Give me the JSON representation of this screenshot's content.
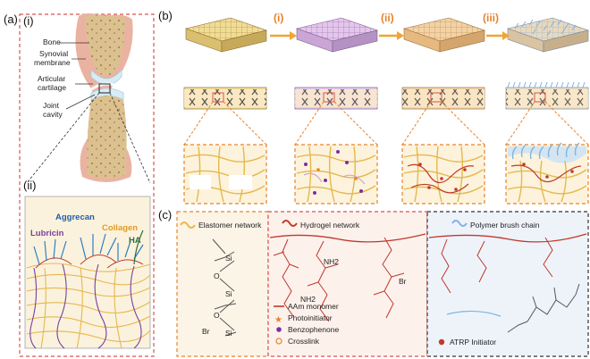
{
  "colors": {
    "dash_red": "#d9534f",
    "arrow": "#f0a530",
    "elastomer": "#e8b84a",
    "hydrogel": "#c0392b",
    "brush": "#7fb3e0",
    "cartilage": "#d8ecf5",
    "bone": "#d7b98a",
    "capsule": "#e7a594",
    "dash_orange": "#e8822a"
  },
  "panel_a": {
    "label": "(a)",
    "sub_i": "(i)",
    "sub_ii": "(ii)",
    "labels": {
      "bone": "Bone",
      "synovial1": "Synovial",
      "synovial2": "membrane",
      "articular1": "Articular",
      "articular2": "cartilage",
      "joint1": "Joint",
      "joint2": "cavity"
    },
    "molecules": {
      "aggrecan": "Aggrecan",
      "collagen": "Collagen",
      "lubricin": "Lubricin",
      "ha": "HA"
    }
  },
  "panel_b": {
    "label": "(b)",
    "steps": [
      "(i)",
      "(ii)",
      "(iii)"
    ]
  },
  "panel_c": {
    "label": "(c)",
    "titles": {
      "elastomer": "Elastomer network",
      "hydrogel": "Hydrogel network",
      "brush": "Polymer brush chain"
    },
    "chem": {
      "si": "Si",
      "o": "O",
      "nh2": "NH2",
      "br": "Br"
    },
    "legend": {
      "aam": "AAm monomer",
      "photo": "Photoinitiator",
      "benzo": "Benzophenone",
      "cross": "Crosslink",
      "atrp": "ATRP Initiator"
    }
  }
}
